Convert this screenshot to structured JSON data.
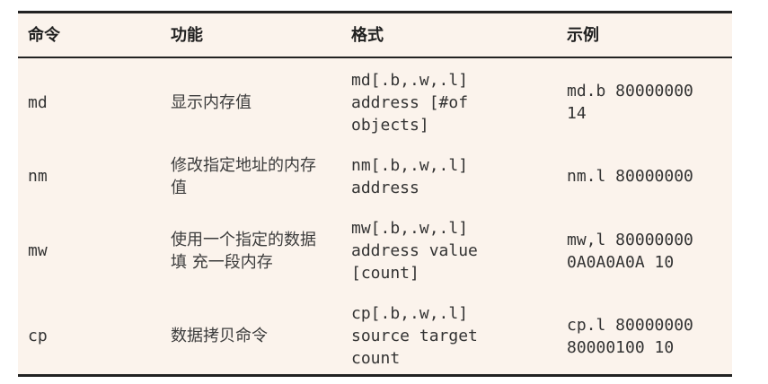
{
  "table": {
    "headers": {
      "cmd": "命令",
      "func": "功能",
      "format": "格式",
      "example": "示例"
    },
    "rows": [
      {
        "cmd": "md",
        "func": [
          "显示内存值"
        ],
        "format": [
          "md[.b,.w,.l]",
          "address [#of",
          "objects]"
        ],
        "example": [
          "md.b 80000000",
          "14"
        ]
      },
      {
        "cmd": "nm",
        "func": [
          "修改指定地址的内存",
          "值"
        ],
        "format": [
          "nm[.b,.w,.l]",
          "address"
        ],
        "example": [
          "nm.l 80000000"
        ]
      },
      {
        "cmd": "mw",
        "func": [
          "使用一个指定的数据",
          "填 充一段内存"
        ],
        "format": [
          "mw[.b,.w,.l]",
          "address value",
          "[count]"
        ],
        "example": [
          "mw,l 80000000",
          "0A0A0A0A 10"
        ]
      },
      {
        "cmd": "cp",
        "func": [
          "数据拷贝命令"
        ],
        "format": [
          "cp[.b,.w,.l]",
          "source target",
          "count"
        ],
        "example": [
          "cp.l 80000000",
          "80000100 10"
        ]
      }
    ]
  }
}
